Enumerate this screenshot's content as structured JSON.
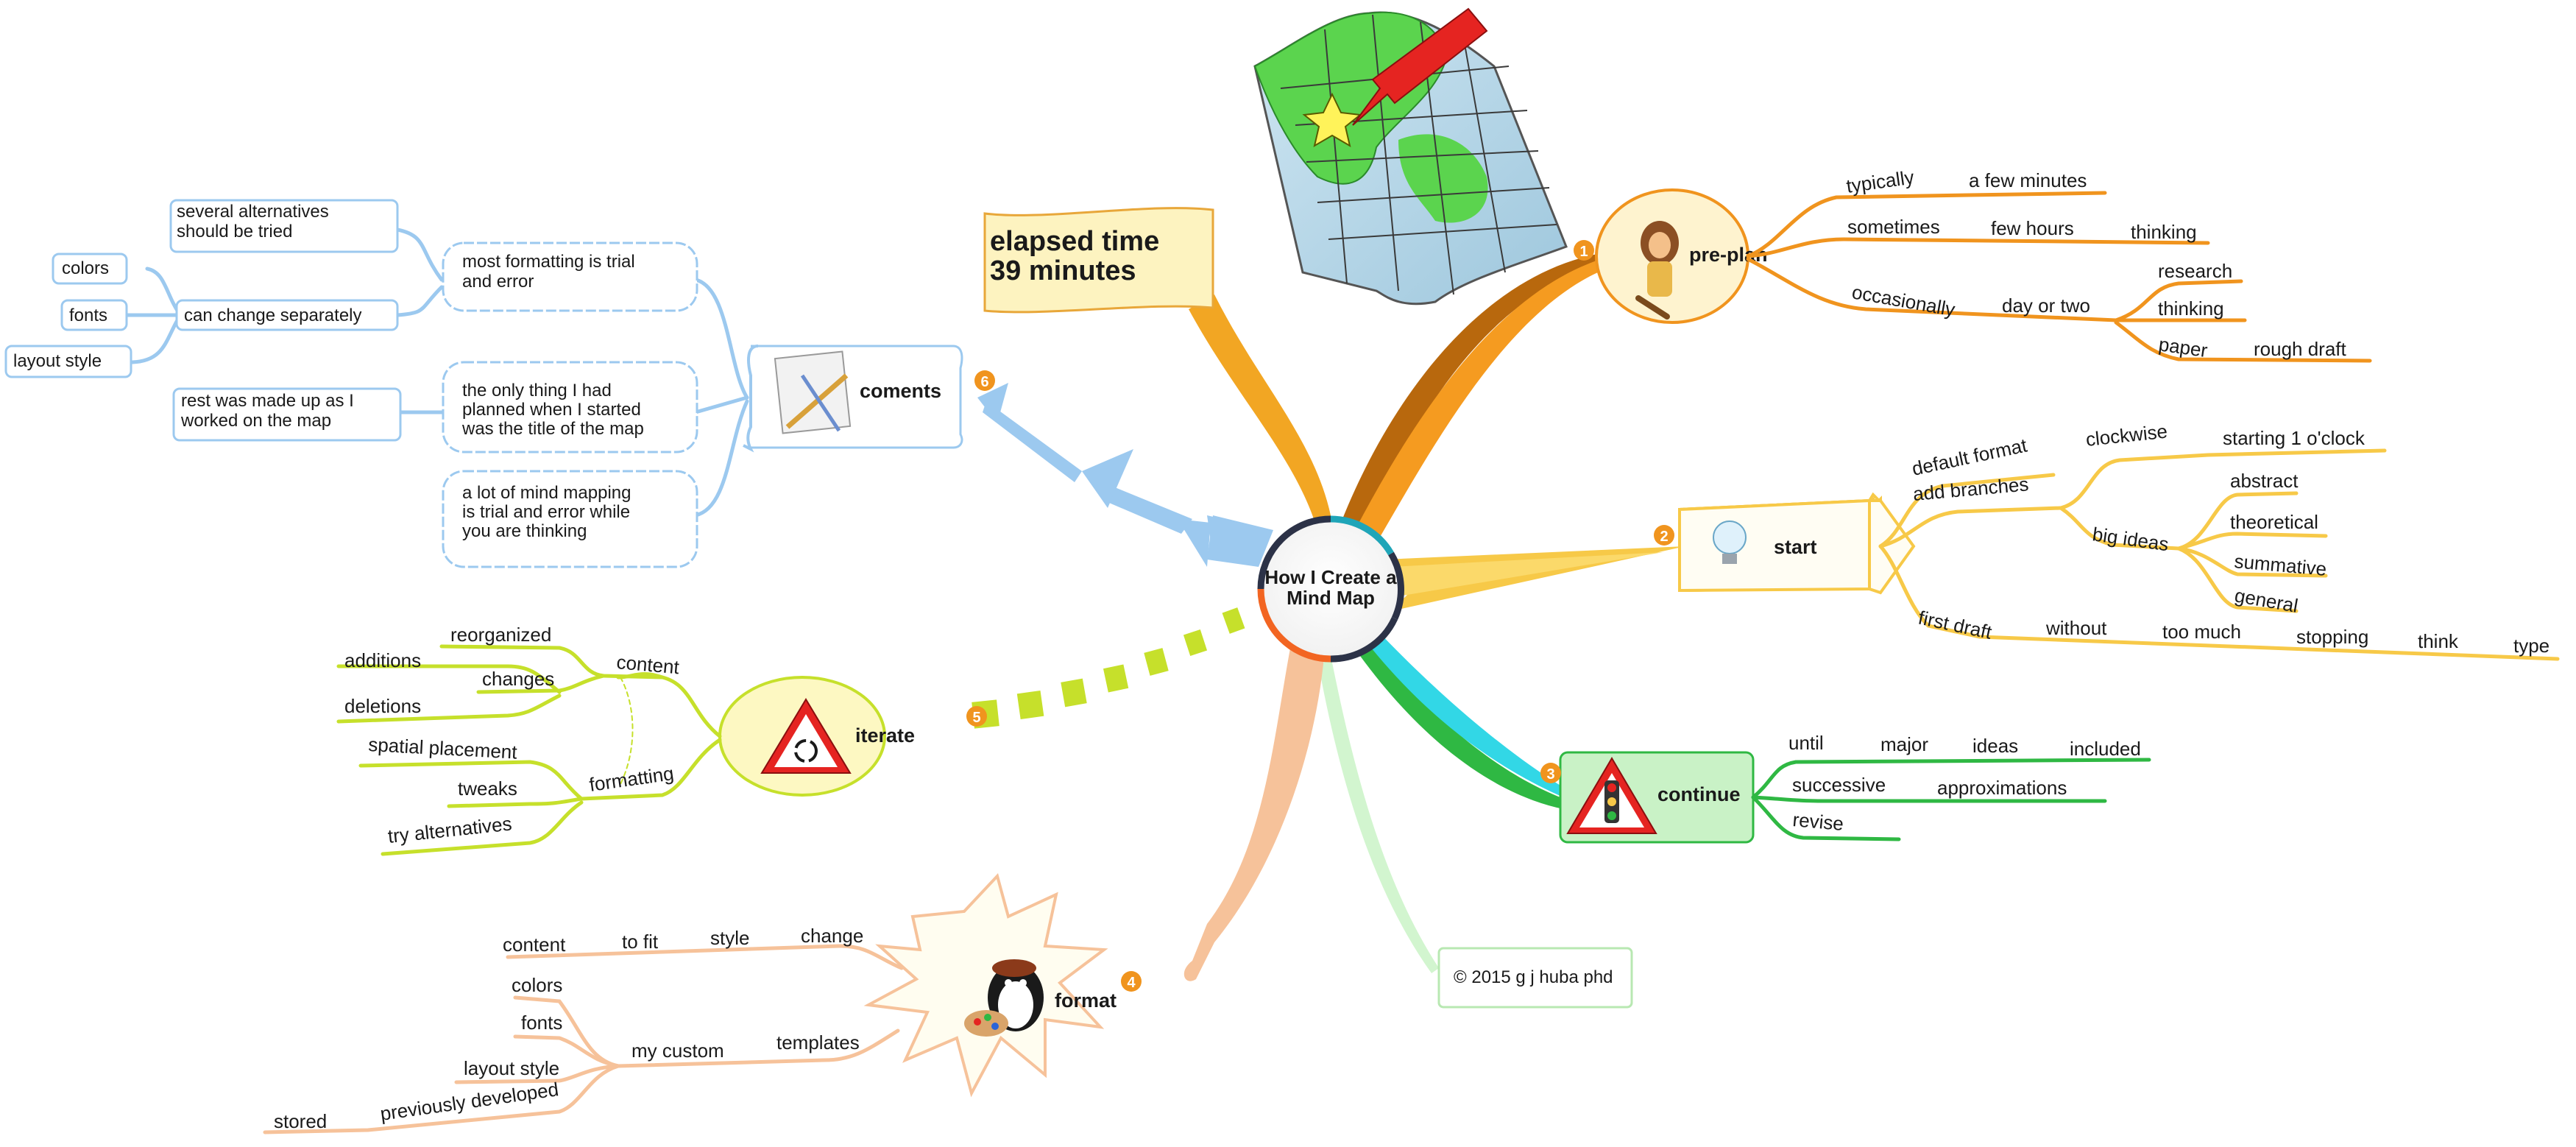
{
  "central": {
    "title_line1": "How I Create a",
    "title_line2": "Mind Map"
  },
  "callout": {
    "line1": "elapsed time",
    "line2": "39 minutes"
  },
  "copyright": "© 2015 g j huba phd",
  "topics": {
    "preplan": {
      "num": "1",
      "label": "pre-plan"
    },
    "start": {
      "num": "2",
      "label": "start"
    },
    "continue": {
      "num": "3",
      "label": "continue"
    },
    "format": {
      "num": "4",
      "label": "format"
    },
    "iterate": {
      "num": "5",
      "label": "iterate"
    },
    "comments": {
      "num": "6",
      "label": "coments"
    }
  },
  "preplan_branch": {
    "typically": "typically",
    "a_few_minutes": "a few minutes",
    "sometimes": "sometimes",
    "few_hours": "few hours",
    "thinking": "thinking",
    "occasionally": "occasionally",
    "day_or_two": "day or two",
    "research": "research",
    "thinking2": "thinking",
    "paper": "paper",
    "rough_draft": "rough draft"
  },
  "start_branch": {
    "default_format": "default format",
    "add_branches": "add branches",
    "clockwise": "clockwise",
    "starting": "starting 1 o'clock",
    "big_ideas": "big ideas",
    "abstract": "abstract",
    "theoretical": "theoretical",
    "summative": "summative",
    "general": "general",
    "first_draft": "first draft",
    "without": "without",
    "too_much": "too much",
    "stopping": "stopping",
    "think": "think",
    "type": "type"
  },
  "continue_branch": {
    "until": "until",
    "major": "major",
    "ideas": "ideas",
    "included": "included",
    "successive": "successive",
    "approximations": "approximations",
    "revise": "revise"
  },
  "format_branch": {
    "content": "content",
    "to_fit": "to fit",
    "style": "style",
    "change": "change",
    "colors": "colors",
    "fonts": "fonts",
    "layout_style": "layout style",
    "my_custom": "my custom",
    "templates": "templates",
    "stored": "stored",
    "previously_developed": "previously developed"
  },
  "iterate_branch": {
    "content": "content",
    "reorganized": "reorganized",
    "changes": "changes",
    "additions": "additions",
    "deletions": "deletions",
    "formatting": "formatting",
    "spatial_placement": "spatial placement",
    "tweaks": "tweaks",
    "try_alternatives": "try alternatives"
  },
  "comments_branch": {
    "c1_line1": "most formatting is trial",
    "c1_line2": "and error",
    "c2_line1": "the only thing I had",
    "c2_line2": "planned when I started",
    "c2_line3": "was the title of the map",
    "c3_line1": "a lot of mind mapping",
    "c3_line2": "is trial and error while",
    "c3_line3": "you are thinking",
    "several_line1": "several alternatives",
    "several_line2": "should be tried",
    "can_change": "can change separately",
    "colors": "colors",
    "fonts": "fonts",
    "layout_style": "layout style",
    "rest_line1": "rest was made up as I",
    "rest_line2": "worked on the map"
  },
  "colors": {
    "preplan": "#f0941e",
    "start": "#f7c948",
    "continue": "#2fb843",
    "format": "#f6c29a",
    "iterate": "#c6e02b",
    "comments": "#9cc9ef",
    "callout_stem": "#f2a623"
  }
}
